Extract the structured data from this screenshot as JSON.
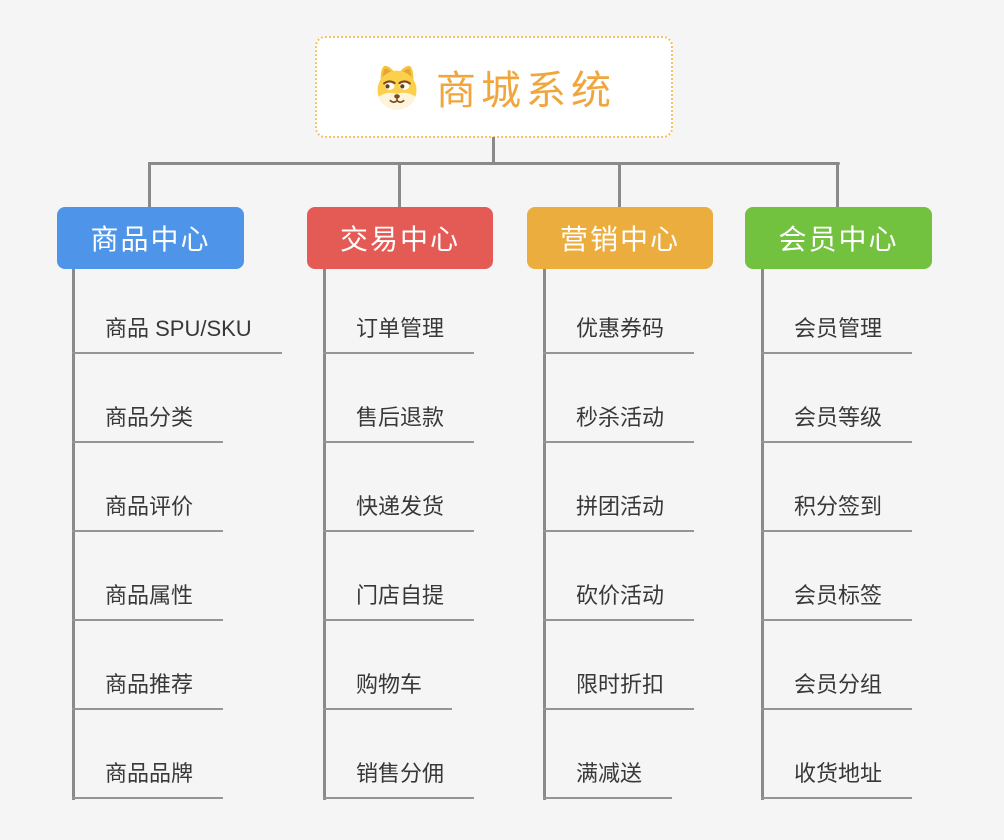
{
  "root": {
    "title": "商城系统",
    "icon": "dog-face-icon"
  },
  "branches": [
    {
      "id": "product-center",
      "label": "商品中心",
      "color": "#4E95E9",
      "items": [
        "商品 SPU/SKU",
        "商品分类",
        "商品评价",
        "商品属性",
        "商品推荐",
        "商品品牌"
      ]
    },
    {
      "id": "trade-center",
      "label": "交易中心",
      "color": "#E45A55",
      "items": [
        "订单管理",
        "售后退款",
        "快递发货",
        "门店自提",
        "购物车",
        "销售分佣"
      ]
    },
    {
      "id": "marketing-center",
      "label": "营销中心",
      "color": "#EBAD3E",
      "items": [
        "优惠券码",
        "秒杀活动",
        "拼团活动",
        "砍价活动",
        "限时折扣",
        "满减送"
      ]
    },
    {
      "id": "member-center",
      "label": "会员中心",
      "color": "#72C13F",
      "items": [
        "会员管理",
        "会员等级",
        "积分签到",
        "会员标签",
        "会员分组",
        "收货地址"
      ]
    }
  ],
  "colors": {
    "background": "#F5F5F5",
    "root_text": "#F0A63C",
    "root_border": "#F6C269",
    "connector_line": "#8A8A8A",
    "leaf_underline": "#959595",
    "leaf_text": "#383838",
    "branch_blue": "#4E95E9",
    "branch_red": "#E45A55",
    "branch_orange": "#EBAD3E",
    "branch_green": "#72C13F"
  }
}
